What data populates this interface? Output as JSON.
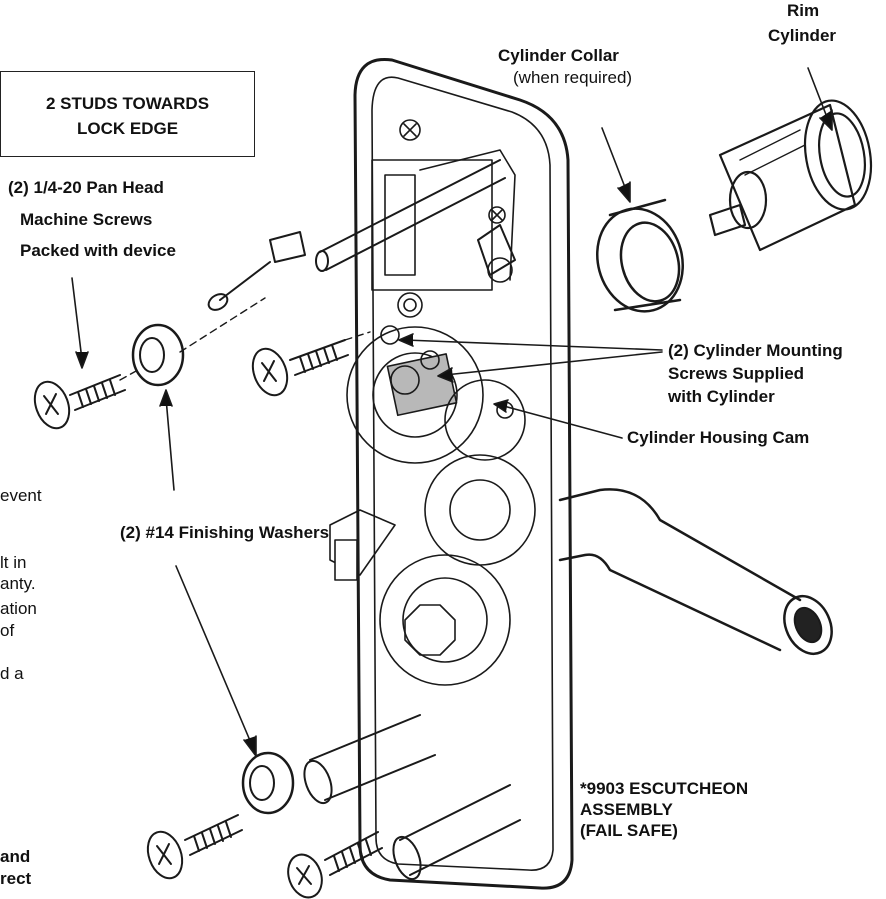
{
  "stud_note": {
    "line1": "2 STUDS TOWARDS",
    "line2": "LOCK EDGE"
  },
  "rim_cylinder": {
    "line1": "Rim",
    "line2": "Cylinder"
  },
  "cylinder_collar": {
    "title": "Cylinder Collar",
    "note": "(when required)"
  },
  "screws": {
    "line1": "(2) 1/4-20 Pan Head",
    "line2": "Machine Screws",
    "line3": "Packed with device"
  },
  "mounting_screws": {
    "line1": "(2) Cylinder Mounting",
    "line2": "Screws Supplied",
    "line3": "with Cylinder"
  },
  "housing_cam": {
    "label": "Cylinder Housing Cam"
  },
  "washers": {
    "label": "(2) #14 Finishing Washers"
  },
  "assembly": {
    "line1": "*9903 ESCUTCHEON",
    "line2": "ASSEMBLY",
    "line3": "(FAIL SAFE)"
  },
  "cropped_text": {
    "t1": "event",
    "t2": "lt in",
    "t3": "anty.",
    "t4": "ation",
    "t5": "of",
    "t6": "d a",
    "t7": "and",
    "t8": "rect"
  }
}
